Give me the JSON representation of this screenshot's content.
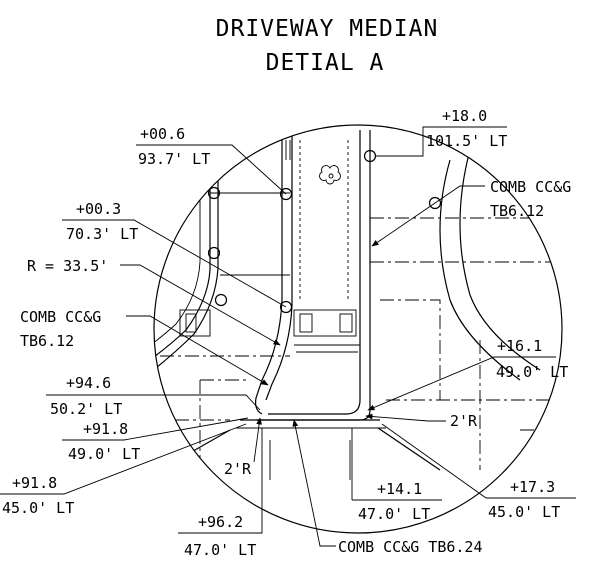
{
  "title": {
    "line1": "DRIVEWAY MEDIAN",
    "line2": "DETIAL A"
  },
  "callouts": {
    "c1": {
      "station": "+00.6",
      "offset": "93.7' LT"
    },
    "c2": {
      "station": "+18.0",
      "offset": "101.5' LT"
    },
    "c3": {
      "station": "+00.3",
      "offset": "70.3' LT"
    },
    "c4": {
      "text": "R = 33.5'"
    },
    "c5": {
      "line1": "COMB CC&G",
      "line2": "TB6.12"
    },
    "c6": {
      "line1": "COMB CC&G",
      "line2": "TB6.12"
    },
    "c7": {
      "station": "+16.1",
      "offset": "49.0' LT"
    },
    "c8": {
      "station": "+94.6",
      "offset": "50.2' LT"
    },
    "c9": {
      "station": "+91.8",
      "offset": "49.0' LT"
    },
    "c10": {
      "text": "2'R"
    },
    "c11": {
      "text": "2'R"
    },
    "c12": {
      "station": "+91.8",
      "offset": "45.0' LT"
    },
    "c13": {
      "station": "+14.1",
      "offset": "47.0' LT"
    },
    "c14": {
      "station": "+17.3",
      "offset": "45.0' LT"
    },
    "c15": {
      "station": "+96.2",
      "offset": "47.0' LT"
    },
    "c16": {
      "text": "COMB CC&G TB6.24"
    }
  }
}
